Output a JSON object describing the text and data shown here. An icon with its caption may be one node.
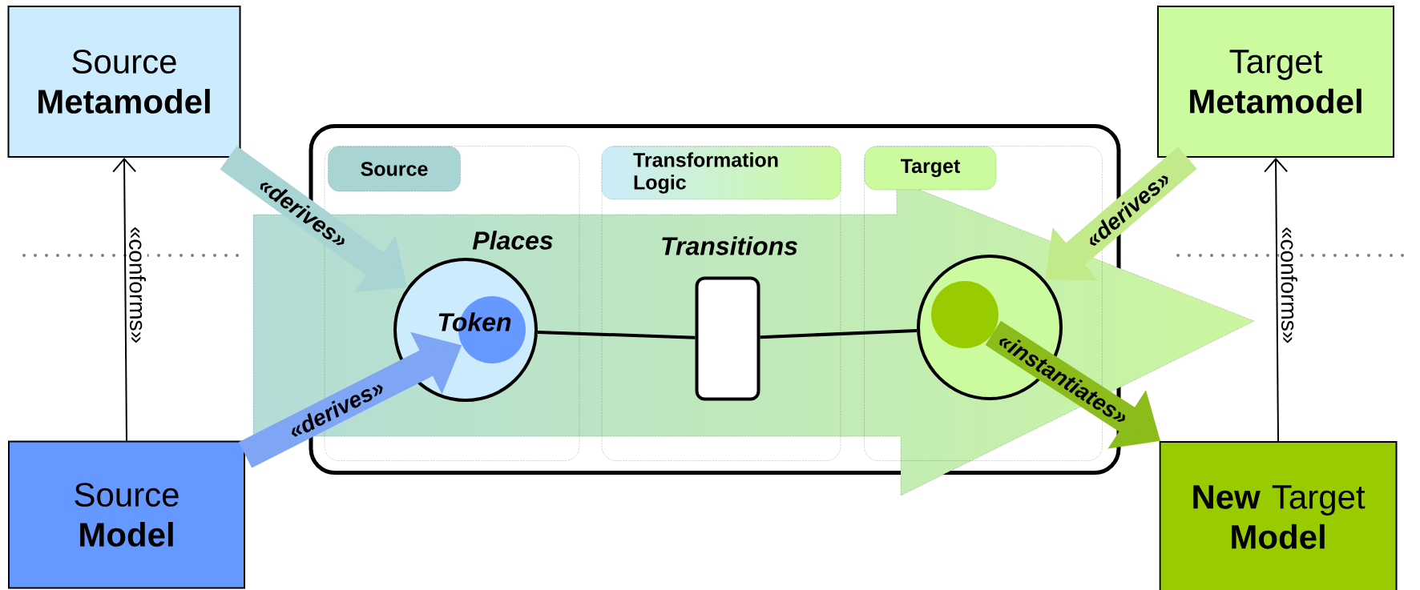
{
  "diagram": {
    "nodes": [
      {
        "text": [
          "Source **Metamodel**"
        ]
      },
      {
        "text": [
          "Target **Metamodel**"
        ]
      },
      {
        "text": [
          "Source **Model**"
        ]
      },
      {
        "text": [
          "**New** Target **Model**"
        ]
      },
      {
        "text": [],
        "shape": "box"
      },
      {
        "text": [
          "Source"
        ],
        "in": 4
      },
      {
        "text": [
          "Transformation Logic"
        ],
        "in": 4
      },
      {
        "text": [
          "Target"
        ],
        "in": 4
      },
      {
        "text": [],
        "shape": "circle",
        "beside": [
          "Places"
        ],
        "in": 5
      },
      {
        "text": [
          "Token"
        ],
        "in": 8
      },
      {
        "text": [],
        "shape": "box",
        "beside": [
          "Transitions"
        ],
        "in": 6
      },
      {
        "text": [],
        "shape": "circle",
        "in": 7
      },
      {
        "text": [],
        "shape": "circle",
        "in": 11
      }
    ],
    "edges": [
      {
        "from": 2,
        "to": 0,
        "arrow": "to",
        "label": "«conforms»"
      },
      {
        "from": 3,
        "to": 1,
        "arrow": "to",
        "label": "«conforms»"
      },
      {
        "from": 0,
        "to": 8,
        "arrow": "to",
        "label": "«derives»",
        "style": "thick",
        "color": "#a8d4d4"
      },
      {
        "from": 2,
        "to": 9,
        "arrow": "to",
        "label": "«derives»",
        "style": "thick",
        "color": "#7ea6f4"
      },
      {
        "from": 1,
        "to": 11,
        "arrow": "to",
        "label": "«derives»",
        "style": "thick",
        "color": "#c2ea8a"
      },
      {
        "from": 12,
        "to": 3,
        "arrow": "to",
        "label": "«instantiates»",
        "style": "thick",
        "color": "#8cbc1c"
      },
      {
        "from": 8,
        "to": 10,
        "arrow": "none"
      },
      {
        "from": 10,
        "to": 11,
        "arrow": "none"
      }
    ]
  }
}
